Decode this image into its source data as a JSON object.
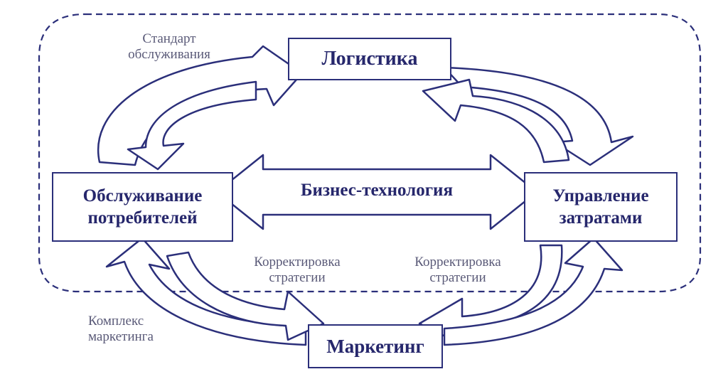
{
  "diagram": {
    "boxes": {
      "logistics": "Логистика",
      "customer_service": "Обслуживание\nпотребителей",
      "cost_management": "Управление\nзатратами",
      "marketing": "Маркетинг"
    },
    "center_arrow_label": "Бизнес-технология",
    "notes": {
      "service_standard": "Стандарт\nобслуживания",
      "marketing_mix": "Комплекс\nмаркетинга",
      "strategy_correction_left": "Корректировка\nстратегии",
      "strategy_correction_right": "Корректировка\nстратегии"
    }
  },
  "colors": {
    "ink": "#2b2f7a",
    "text": "#26276c",
    "note": "#5a5a78"
  }
}
